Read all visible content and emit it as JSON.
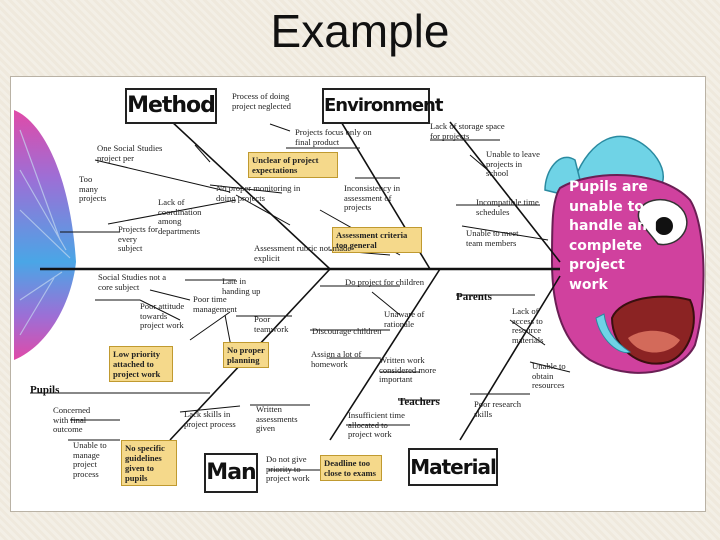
{
  "title": "Example",
  "problem": "Pupils are unable to handle and complete project work",
  "categories": {
    "method": "Method",
    "environment": "Environment",
    "man": "Man",
    "material": "Material",
    "pupils": "Pupils",
    "parents": "Parents",
    "teachers": "Teachers"
  },
  "causes": {
    "process_neglected": "Process of doing project neglected",
    "focus_final": "Projects focus only on final product",
    "unclear_expectations": "Unclear of project expectations",
    "one_social": "One Social Studies project per",
    "too_many": "Too many projects",
    "lack_coordination": "Lack of coordination among departments",
    "every_subject": "Projects for every subject",
    "no_monitoring": "No proper monitoring in doing projects",
    "inconsistency": "Inconsistency in assessment of projects",
    "assessment_criteria": "Assessment criteria too general",
    "rubric": "Assessment rubric not made explicit",
    "storage": "Lack of storage space for projects",
    "leave_projects": "Unable to leave projects in school",
    "incompatible": "Incompatible time schedules",
    "unable_meet": "Unable to meet team members",
    "social_not_core": "Social Studies not a core subject",
    "late_handing": "Late in handing up",
    "poor_attitude": "Poor attitude towards project work",
    "poor_time": "Poor time management",
    "poor_teamwork": "Poor teamwork",
    "low_priority": "Low priority attached to project work",
    "no_planning": "No proper planning",
    "do_for_children": "Do project for children",
    "unaware": "Unaware of rationale",
    "discourage": "Discourage children",
    "lack_access": "Lack of access to resource materials",
    "unable_obtain": "Unable to obtain resources",
    "lot_homework": "Assign a lot of homework",
    "written_work": "Written work considered more important",
    "poor_research": "Poor research skills",
    "concerned_final": "Concerned with final outcome",
    "unable_manage": "Unable to manage project process",
    "no_guidelines": "No specific guidelines given to pupils",
    "lack_skills": "Lack skills in project process",
    "written_assessments": "Written assessments given",
    "insufficient_time": "Insufficient time allocated to project work",
    "no_priority": "Do not give priority to project work",
    "deadline": "Deadline too close to exams"
  },
  "colors": {
    "fish_body": "#d0419e",
    "fish_fin": "#6fd3e6",
    "tail_blue": "#6fa9e3",
    "highlight_box": "#f5d98b"
  }
}
